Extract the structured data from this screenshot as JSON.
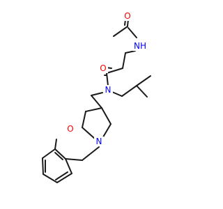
{
  "structure": {
    "atoms": {
      "o_acetyl": {
        "text": "O",
        "color": "#ff0000"
      },
      "nh_amide": {
        "text": "NH",
        "color": "#0000ff"
      },
      "o_carbonyl": {
        "text": "O",
        "color": "#ff0000"
      },
      "n_tertiary": {
        "text": "N",
        "color": "#0000ff"
      },
      "n_piperidine": {
        "text": "N",
        "color": "#0000ff"
      },
      "o_methoxy": {
        "text": "O",
        "color": "#ff0000"
      }
    },
    "bond_color": "#1a1a1a"
  }
}
